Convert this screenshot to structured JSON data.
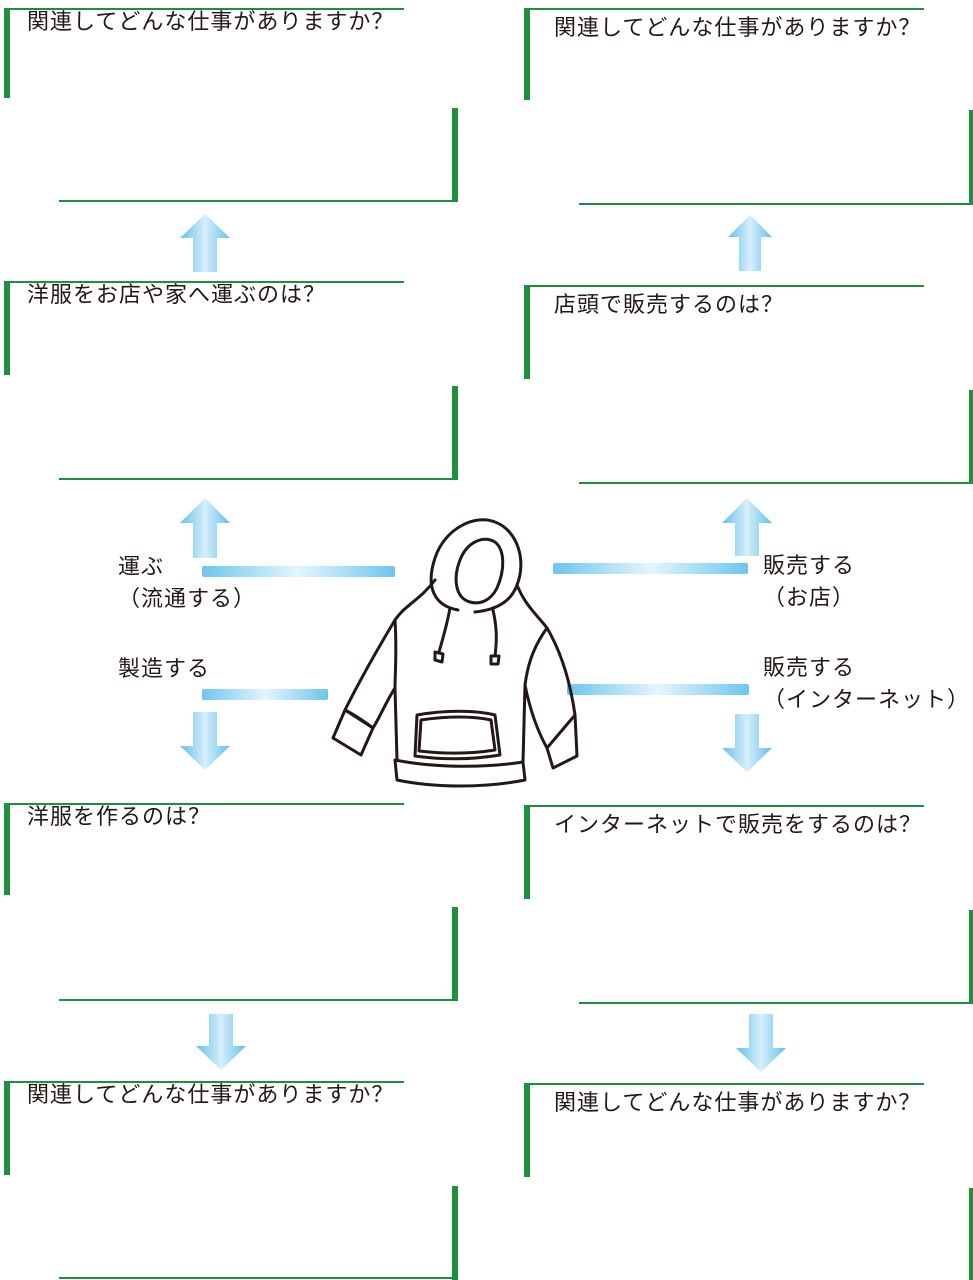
{
  "boxes": {
    "top_left": "関連してどんな仕事がありますか？",
    "top_right": "関連してどんな仕事がありますか？",
    "mid_left": "洋服をお店や家へ運ぶのは？",
    "mid_right": "店頭で販売するのは？",
    "lower_left": "洋服を作るのは？",
    "lower_right": "インターネットで販売をするのは？",
    "bottom_left": "関連してどんな仕事がありますか？",
    "bottom_right": "関連してどんな仕事がありますか？"
  },
  "labels": {
    "transport_1": "運ぶ",
    "transport_2": "（流通する）",
    "manufacture": "製造する",
    "store_sale_1": "販売する",
    "store_sale_2": "（お店）",
    "net_sale_1": "販売する",
    "net_sale_2": "（インターネット）"
  },
  "colors": {
    "frame_green": "#1e8f3e",
    "arrow_blue": "#6cc6ee"
  },
  "icons": {
    "center": "hoodie-icon",
    "arrows": "arrow-icon"
  }
}
